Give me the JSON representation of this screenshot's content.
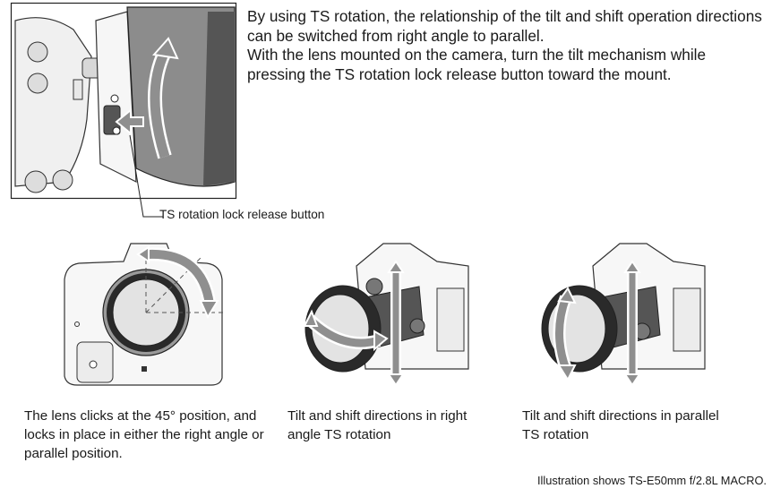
{
  "intro": {
    "paragraph_1": "By using TS rotation, the relationship of the tilt and shift operation directions can be switched from right angle to parallel.",
    "paragraph_2": "With the lens mounted on the camera, turn the tilt mechanism while pressing the TS rotation lock release button toward the mount."
  },
  "callout_label": "TS rotation lock release button",
  "figures": [
    {
      "caption": "The lens clicks at the 45° position, and locks in place in either the right angle or parallel position."
    },
    {
      "caption": "Tilt and shift directions in right angle TS rotation"
    },
    {
      "caption": "Tilt and shift directions in parallel TS rotation"
    }
  ],
  "footnote": "Illustration shows TS-E50mm f/2.8L MACRO."
}
